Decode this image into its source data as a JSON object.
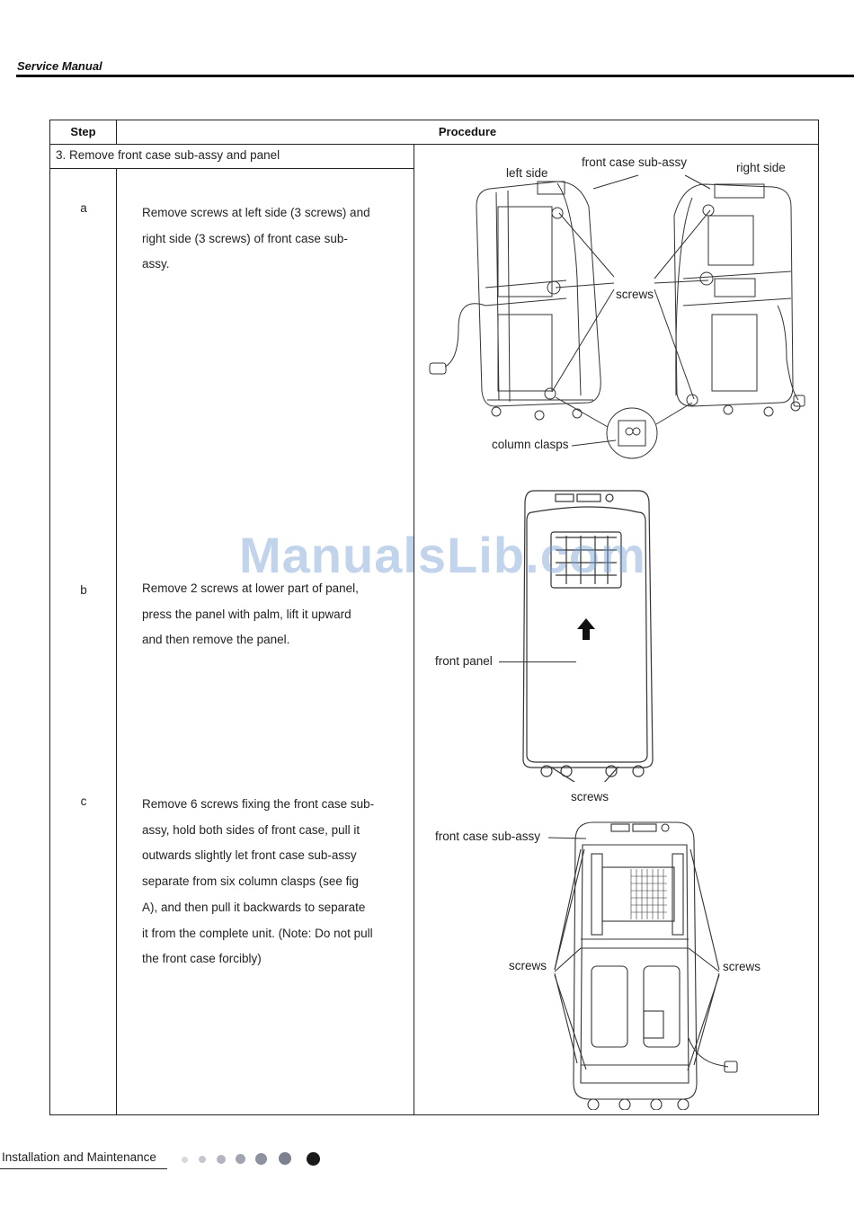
{
  "header": {
    "title": "Service Manual"
  },
  "table": {
    "col_step": "Step",
    "col_procedure": "Procedure",
    "section_title": "3. Remove front case sub-assy and panel",
    "steps": [
      {
        "letter": "a",
        "lines": [
          "Remove screws at left side (3 screws) and",
          "right side (3 screws) of front case sub-",
          "assy."
        ]
      },
      {
        "letter": "b",
        "lines": [
          "Remove 2 screws at lower part of panel,",
          "press the panel with palm, lift it upward",
          "and then remove the panel."
        ]
      },
      {
        "letter": "c",
        "lines": [
          "Remove 6 screws fixing the front case sub-",
          "assy, hold both sides of front case, pull it",
          "outwards slightly let front case sub-assy",
          "separate from six column clasps (see fig",
          "A), and then pull it backwards to separate",
          "it from the complete unit. (Note: Do not pull",
          "the front case forcibly)"
        ]
      }
    ]
  },
  "figures": {
    "fig1": {
      "left_side": "left side",
      "front_case": "front case sub-assy",
      "right_side": "right side",
      "screws": "screws",
      "column_clasps": "column clasps"
    },
    "fig2": {
      "front_panel": "front panel",
      "screws": "screws"
    },
    "fig3": {
      "front_case": "front case sub-assy",
      "screws_left": "screws",
      "screws_right": "screws"
    }
  },
  "watermark": "ManualsLib.com",
  "footer": {
    "text": "Installation and Maintenance",
    "dot_colors": [
      "#d6d8de",
      "#c4c7cf",
      "#b2b5bf",
      "#a0a4af",
      "#8e929f",
      "#7c808f",
      "#1a1a1a"
    ]
  }
}
